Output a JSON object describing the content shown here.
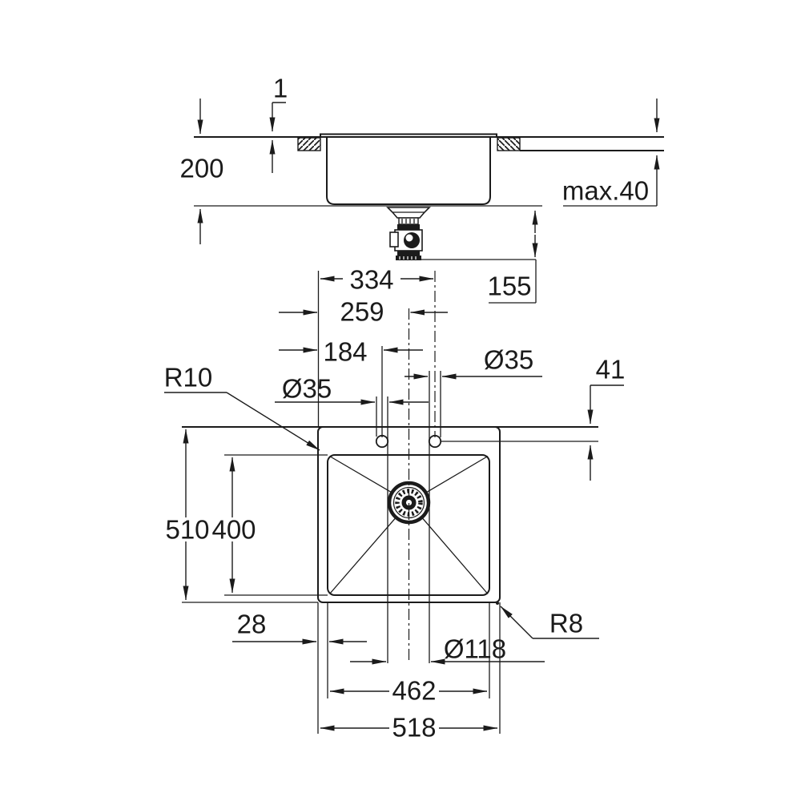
{
  "drawing": {
    "background": "#ffffff",
    "ink": "#1b1b1b",
    "units": "mm",
    "side_view": {
      "labels": {
        "rim_height": "1",
        "bowl_depth": "200",
        "counter_thickness": "max.40",
        "drain_height": "155"
      }
    },
    "plan_view": {
      "labels": {
        "right_hole_offset": "334",
        "center_offset": "259",
        "left_hole_offset": "184",
        "left_hole_diameter": "Ø35",
        "right_hole_diameter": "Ø35",
        "hole_rear_offset": "41",
        "bowl_corner_radius": "R10",
        "outer_depth": "510",
        "bowl_inner_depth": "400",
        "rim_width": "28",
        "drain_diameter": "Ø118",
        "bowl_inner_width": "462",
        "outer_width": "518",
        "outer_corner_radius": "R8"
      }
    }
  }
}
